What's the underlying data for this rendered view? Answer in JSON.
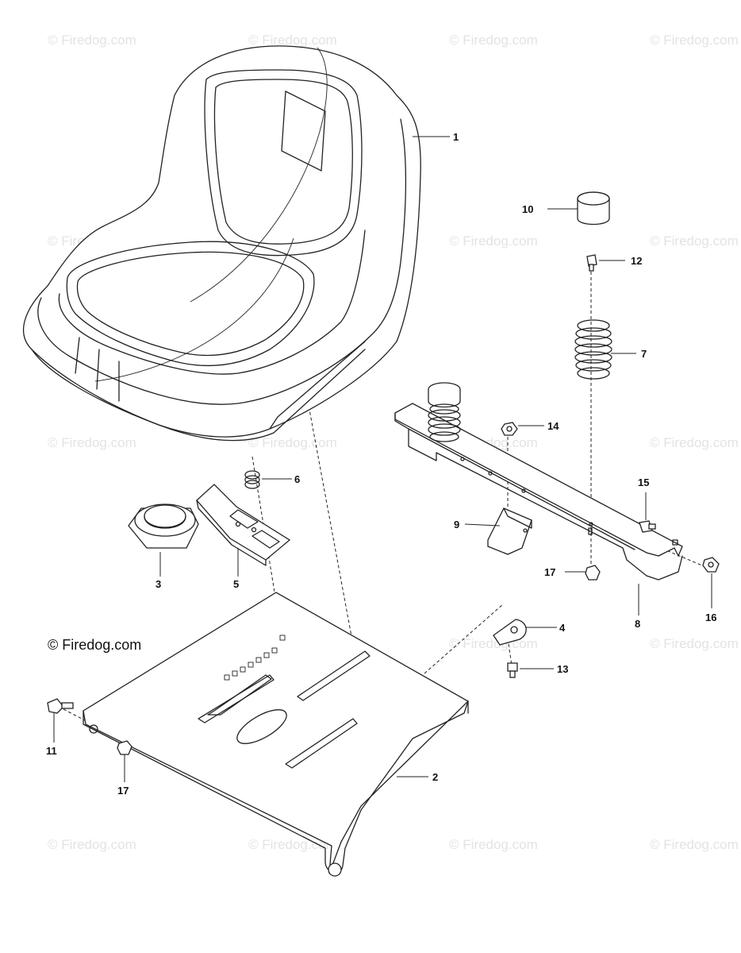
{
  "watermark": "© Firedog.com",
  "copyright": "© Firedog.com",
  "callouts": {
    "seat": "1",
    "seat_plate": "2",
    "switch": "3",
    "bracket": "5",
    "washer": "4",
    "spring_small": "6",
    "spring": "7",
    "rail": "8",
    "bracket_9": "9",
    "cap": "10",
    "bolt_11": "11",
    "bolt_12": "12",
    "bolt_13": "13",
    "nut_14": "14",
    "bolt_15": "15",
    "nut_16": "16",
    "nut_17_right": "17",
    "nut_17_left": "17"
  }
}
